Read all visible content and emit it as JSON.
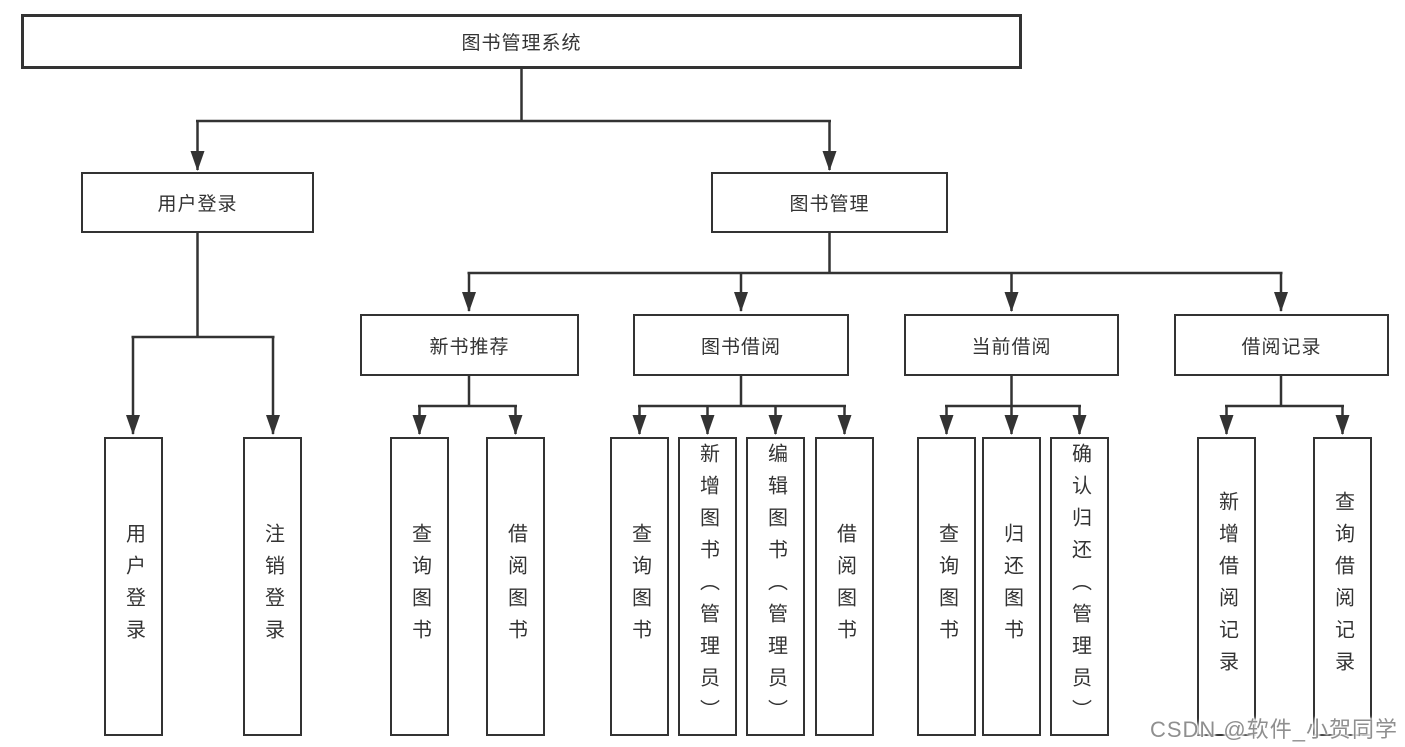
{
  "tree": {
    "root": {
      "label": "图书管理系统",
      "children": [
        {
          "label": "用户登录",
          "children": [
            {
              "label": "用户登录"
            },
            {
              "label": "注销登录"
            }
          ]
        },
        {
          "label": "图书管理",
          "children": [
            {
              "label": "新书推荐",
              "children": [
                {
                  "label": "查询图书"
                },
                {
                  "label": "借阅图书"
                }
              ]
            },
            {
              "label": "图书借阅",
              "children": [
                {
                  "label": "查询图书"
                },
                {
                  "label": "新增图书（管理员）"
                },
                {
                  "label": "编辑图书（管理员）"
                },
                {
                  "label": "借阅图书"
                }
              ]
            },
            {
              "label": "当前借阅",
              "children": [
                {
                  "label": "查询图书"
                },
                {
                  "label": "归还图书"
                },
                {
                  "label": "确认归还（管理员）"
                }
              ]
            },
            {
              "label": "借阅记录",
              "children": [
                {
                  "label": "新增借阅记录"
                },
                {
                  "label": "查询借阅记录"
                }
              ]
            }
          ]
        }
      ]
    }
  },
  "watermark": {
    "text": "CSDN @软件_小贺同学"
  },
  "colors": {
    "background": "#ffffff",
    "line": "#333333",
    "box_border": "#333333",
    "text": "#333333",
    "watermark_text": "#8f8f8f"
  }
}
